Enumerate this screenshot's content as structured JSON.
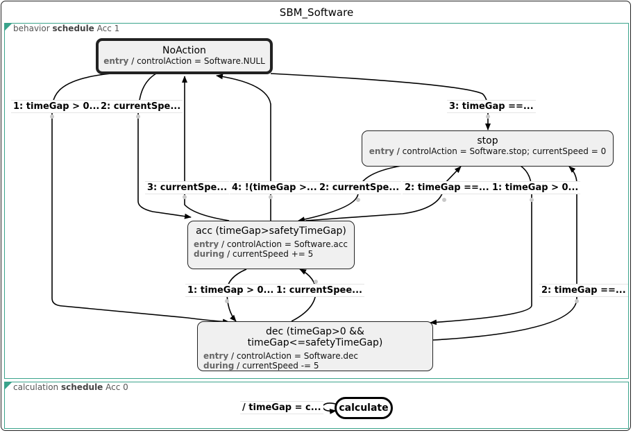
{
  "diagram": {
    "title": "SBM_Software",
    "regions": [
      {
        "kind": "behavior",
        "keyword": "schedule",
        "name": "Acc 1"
      },
      {
        "kind": "calculation",
        "keyword": "schedule",
        "name": "Acc 0"
      }
    ],
    "states": {
      "noaction": {
        "name": "NoAction",
        "entry": "controlAction = Software.NULL"
      },
      "stop": {
        "name": "stop",
        "entry": "controlAction = Software.stop; currentSpeed = 0"
      },
      "acc": {
        "name": "acc (timeGap>safetyTimeGap)",
        "entry": "controlAction = Software.acc",
        "during": "currentSpeed += 5"
      },
      "dec": {
        "name": "dec (timeGap>0 && timeGap<=safetyTimeGap)",
        "entry": "controlAction = Software.dec",
        "during": "currentSpeed -= 5"
      },
      "calculate": {
        "name": "calculate"
      }
    },
    "keywords": {
      "entry": "entry",
      "during": "during",
      "sep": " / "
    },
    "transitions": [
      "1: timeGap > 0...",
      "2: currentSpe...",
      "3: timeGap ==...",
      "3: currentSpe...",
      "4: !(timeGap >...",
      "2: currentSpe...",
      "2: timeGap ==...",
      "1: timeGap > 0...",
      "1: timeGap > 0...",
      "1: currentSpee...",
      "2: timeGap ==...",
      "/ timeGap = c..."
    ]
  }
}
